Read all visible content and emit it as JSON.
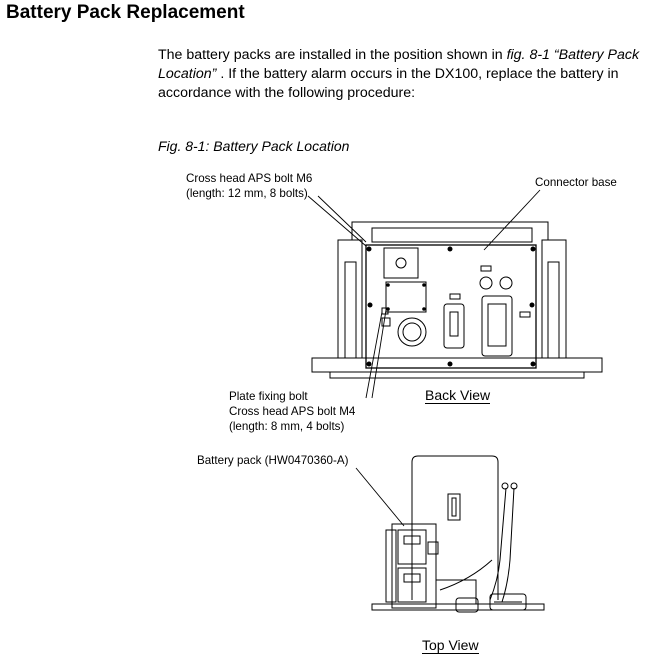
{
  "heading": "Battery Pack Replacement",
  "intro": {
    "part1": "The battery packs are installed in the position shown in ",
    "figref": "fig. 8-1  “Battery Pack Location”",
    "part2": " .  If the battery alarm occurs in the DX100, replace the battery in accordance with the following procedure:"
  },
  "figure": {
    "caption": "Fig. 8-1: Battery Pack Location",
    "labels": {
      "bolt_m6_line1": "Cross head APS bolt M6",
      "bolt_m6_line2": "(length: 12 mm, 8 bolts)",
      "connector_base": "Connector base",
      "plate_fixing_bolt": "Plate fixing bolt",
      "bolt_m4_line1": "Cross head APS bolt M4",
      "bolt_m4_line2": "(length: 8 mm, 4 bolts)",
      "battery_pack": "Battery pack (HW0470360-A)"
    },
    "views": {
      "back": "Back View",
      "top": "Top View"
    }
  }
}
